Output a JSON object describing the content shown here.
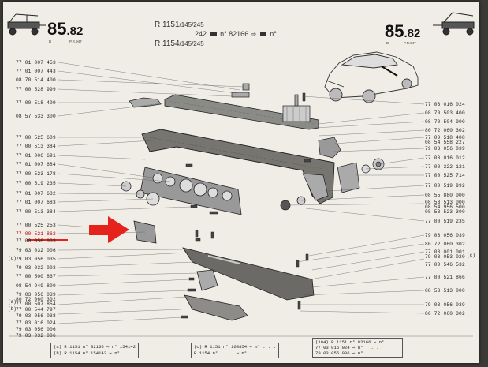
{
  "header": {
    "page_number": "85",
    "page_suffix": ".82",
    "pr_left": "P.R.947",
    "b_left": "B",
    "page_number_right": "85",
    "page_suffix_right": ".82",
    "pr_right": "P.R.947",
    "b_right": "B",
    "line1_model": "R 1151",
    "line1_variant": "/145/245",
    "line2_prefix": "242",
    "line2_text": "n° 82166",
    "line2_after": "n° . . .",
    "line3_model": "R 1154",
    "line3_variant": "/145/245"
  },
  "left_codes": [
    "77 01 007 453",
    "77 01 007 443",
    "08 70 514 400",
    "77 00 528 999",
    "77 00 518 409",
    "08 57 533 300",
    "77 00 525 609",
    "77 00 513 384",
    "77 01 006 691",
    "77 01 007 684",
    "77 00 523 178",
    "77 00 519 235",
    "77 01 007 682",
    "77 01 007 683",
    "77 00 513 384",
    "77 00 525 253",
    "77 00 521 862",
    "77 00 056 003",
    "79 03 032 006",
    "79 03 056 035",
    "79 03 032 003",
    "77 00 500 867",
    "08 54 949 800",
    "79 03 056 039",
    "80 72 060 302",
    "77 00 507 854",
    "77 00 544 797",
    "79 03 056 038",
    "77 03 016 024",
    "79 03 056 006",
    "79 03 032 006"
  ],
  "left_markers": [
    "(c)",
    "(a)",
    "(b)"
  ],
  "right_codes": [
    "77 03 016 024",
    "08 70 503 400",
    "08 70 504 900",
    "80 72 060 302",
    "77 00 518 408",
    "08 54 558 227",
    "79 03 056 039",
    "77 03 016 012",
    "77 00 322 121",
    "77 00 525 714",
    "77 00 519 992",
    "08 55 880 000",
    "08 53 513 000",
    "08 54 956 500",
    "08 53 523 300",
    "77 00 519 235",
    "79 03 056 039",
    "80 72 060 302",
    "77 03 001 001",
    "79 03 053 020",
    "77 00 546 532",
    "77 00 521 866",
    "08 53 513 000",
    "79 03 056 039",
    "80 72 060 302"
  ],
  "right_markers": [
    "(c)"
  ],
  "footer": {
    "box1_line1": "(a) R 1151 n° 82166 ⇨ n° 154142",
    "box1_line2": "(b) R 1154 n° 154143 ⇨ n° . . .",
    "box2_line1": "(c) R 1151 n° 163854 ⇨ n° . . .",
    "box2_line2": "R 1154 n° . . . ⇨ n° . . .",
    "box3_line1": "(104) R 1151 n° 82166 ⇨ n° . . .",
    "box3_line2": "77 03 016 024 ⇨ n° . . .",
    "box3_line3": "79 03 056 006 ⇨ n° . . ."
  },
  "highlight": {
    "arrow_color": "#e5221b",
    "underline_color": "#e5221b",
    "highlighted_code": "77 00 521 862"
  }
}
